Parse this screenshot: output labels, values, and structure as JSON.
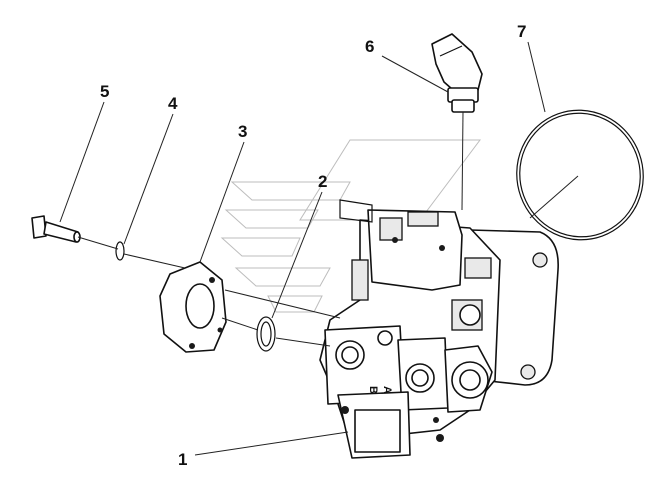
{
  "callouts": {
    "c1": "1",
    "c2": "2",
    "c3": "3",
    "c4": "4",
    "c5": "5",
    "c6": "6",
    "c7": "7"
  },
  "body_markings": {
    "port_a": "A",
    "port_b": "B"
  }
}
